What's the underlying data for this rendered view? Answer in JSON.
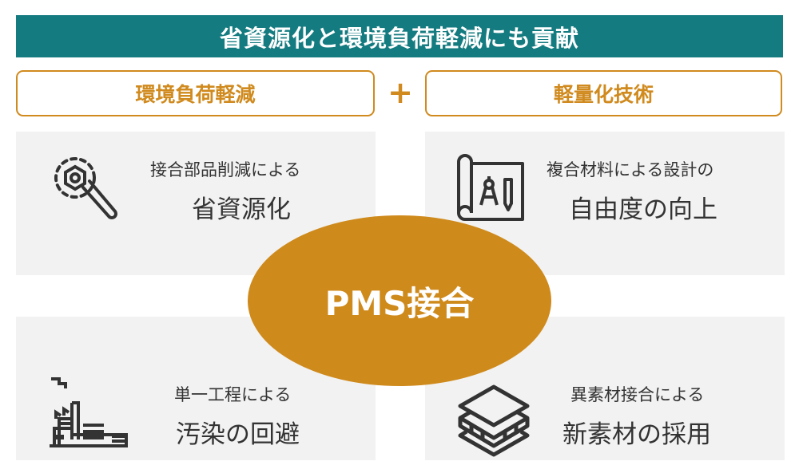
{
  "banner": {
    "title": "省資源化と環境負荷軽減にも貢献"
  },
  "categories": {
    "left": "環境負荷軽減",
    "plus": "+",
    "right": "軽量化技術"
  },
  "center": {
    "label": "PMS接合"
  },
  "benefits": [
    {
      "icon": "wrench-gear-icon",
      "subtitle": "接合部品削減による",
      "title": "省資源化"
    },
    {
      "icon": "blueprint-compass-icon",
      "subtitle": "複合材料による設計の",
      "title": "自由度の向上"
    },
    {
      "icon": "factory-icon",
      "subtitle": "単一工程による",
      "title": "汚染の回避"
    },
    {
      "icon": "layered-material-icon",
      "subtitle": "異素材接合による",
      "title": "新素材の採用"
    }
  ],
  "colors": {
    "teal": "#147b80",
    "orange": "#cf8a1c",
    "panel": "#f2f2f2",
    "text": "#333333"
  }
}
